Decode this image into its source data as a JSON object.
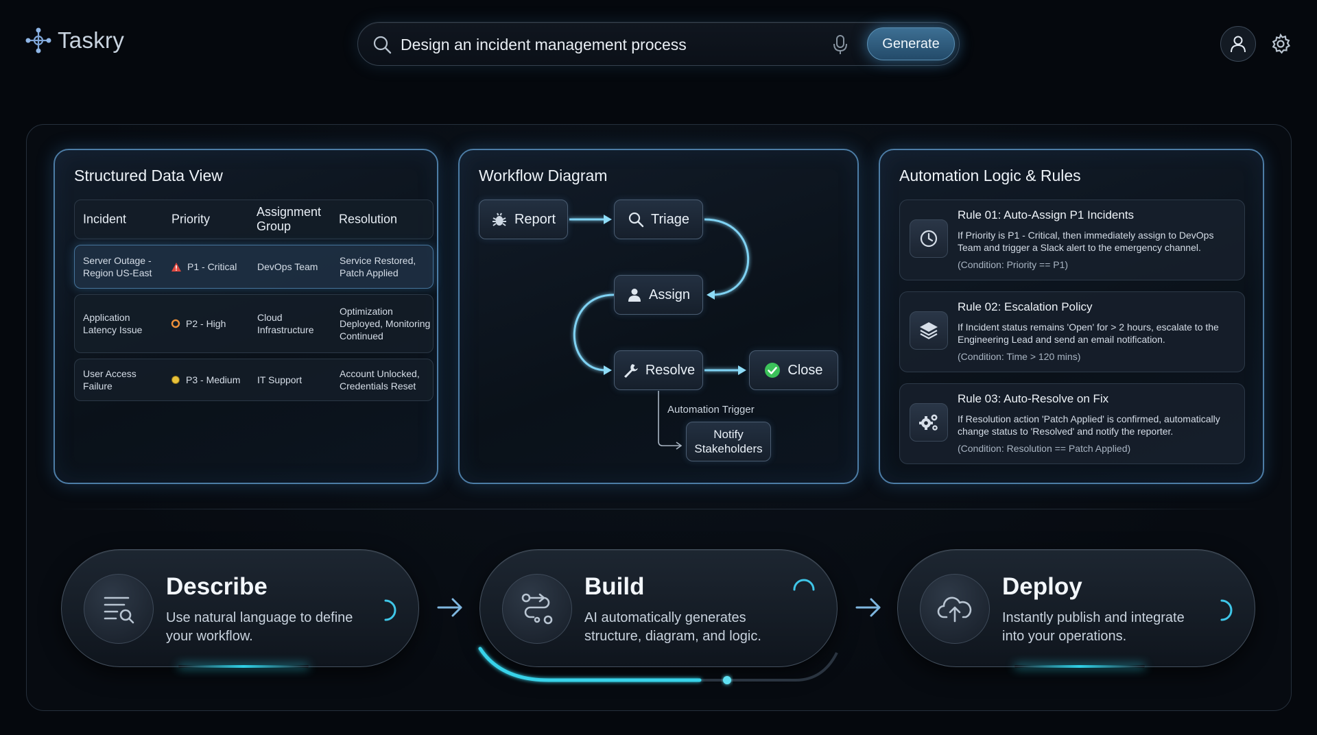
{
  "app": {
    "name": "Taskry"
  },
  "search": {
    "value": "Design an incident management process",
    "generate_label": "Generate"
  },
  "structured": {
    "title": "Structured Data View",
    "headers": [
      "Incident",
      "Priority",
      "Assignment Group",
      "Resolution"
    ],
    "rows": [
      {
        "incident": "Server Outage - Region US-East",
        "priority": "P1 - Critical",
        "priority_color": "#e0483f",
        "group": "DevOps Team",
        "resolution": "Service Restored, Patch Applied"
      },
      {
        "incident": "Application Latency Issue",
        "priority": "P2 - High",
        "priority_color": "#f0923a",
        "group": "Cloud Infrastructure",
        "resolution": "Optimization Deployed, Monitoring Continued"
      },
      {
        "incident": "User Access Failure",
        "priority": "P3 - Medium",
        "priority_color": "#e8c23a",
        "group": "IT Support",
        "resolution": "Account Unlocked, Credentials Reset"
      }
    ]
  },
  "workflow": {
    "title": "Workflow Diagram",
    "nodes": {
      "report": "Report",
      "triage": "Triage",
      "assign": "Assign",
      "resolve": "Resolve",
      "close": "Close",
      "notify_line1": "Notify",
      "notify_line2": "Stakeholders"
    },
    "automation_trigger": "Automation Trigger"
  },
  "rules": {
    "title": "Automation Logic & Rules",
    "items": [
      {
        "title": "Rule 01: Auto-Assign P1 Incidents",
        "desc": "If Priority is P1 - Critical, then immediately assign to DevOps Team and trigger a Slack alert to the emergency channel.",
        "condition": "(Condition: Priority == P1)",
        "icon": "clock-icon"
      },
      {
        "title": "Rule 02: Escalation Policy",
        "desc": "If Incident status remains 'Open' for > 2 hours, escalate to the Engineering Lead and send an email notification.",
        "condition": "(Condition: Time > 120 mins)",
        "icon": "layers-icon"
      },
      {
        "title": "Rule 03: Auto-Resolve on Fix",
        "desc": "If Resolution action 'Patch Applied' is confirmed, automatically change status to 'Resolved' and notify the reporter.",
        "condition": "(Condition: Resolution == Patch Applied)",
        "icon": "gears-icon"
      }
    ]
  },
  "steps": [
    {
      "title": "Describe",
      "desc": "Use natural language to define your workflow.",
      "icon": "text-search-icon"
    },
    {
      "title": "Build",
      "desc": "AI automatically generates structure, diagram, and logic.",
      "icon": "route-icon"
    },
    {
      "title": "Deploy",
      "desc": "Instantly publish and integrate into your operations.",
      "icon": "cloud-upload-icon"
    }
  ],
  "colors": {
    "accent": "#3fc6e8",
    "panel_border": "#4d7da6",
    "background": "#05080d"
  }
}
